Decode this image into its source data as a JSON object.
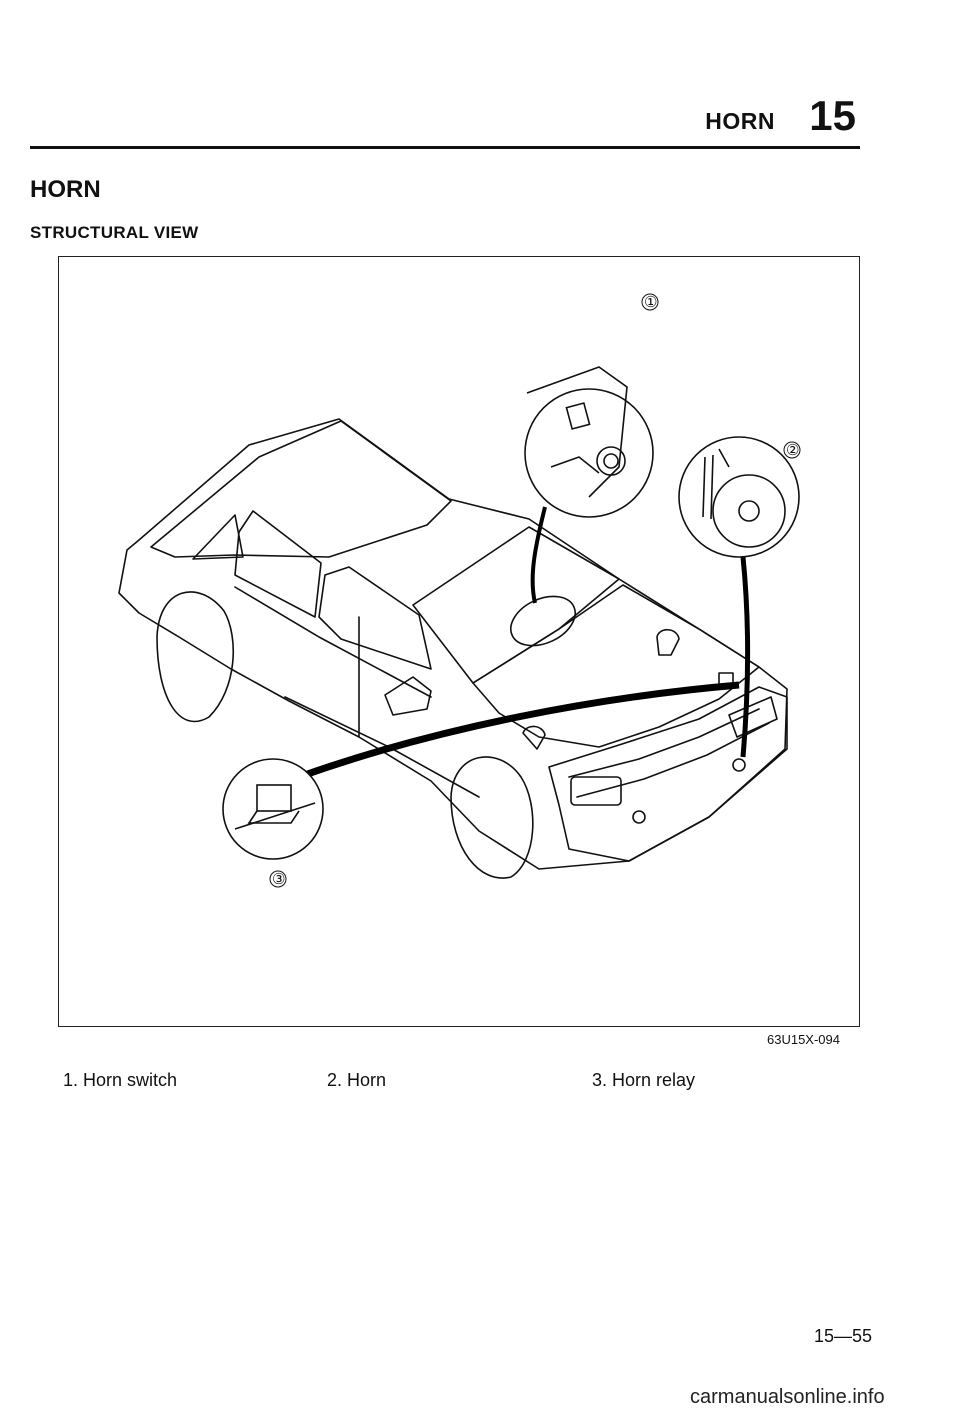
{
  "header": {
    "title": "HORN",
    "section_number": "15"
  },
  "section": {
    "title": "HORN",
    "subtitle": "STRUCTURAL VIEW"
  },
  "figure": {
    "code": "63U15X-094",
    "callouts": [
      "①",
      "②",
      "③"
    ]
  },
  "legend": [
    "1. Horn switch",
    "2. Horn",
    "3. Horn relay"
  ],
  "footer": {
    "page_number": "15—55",
    "watermark": "carmanualsonline.info"
  }
}
